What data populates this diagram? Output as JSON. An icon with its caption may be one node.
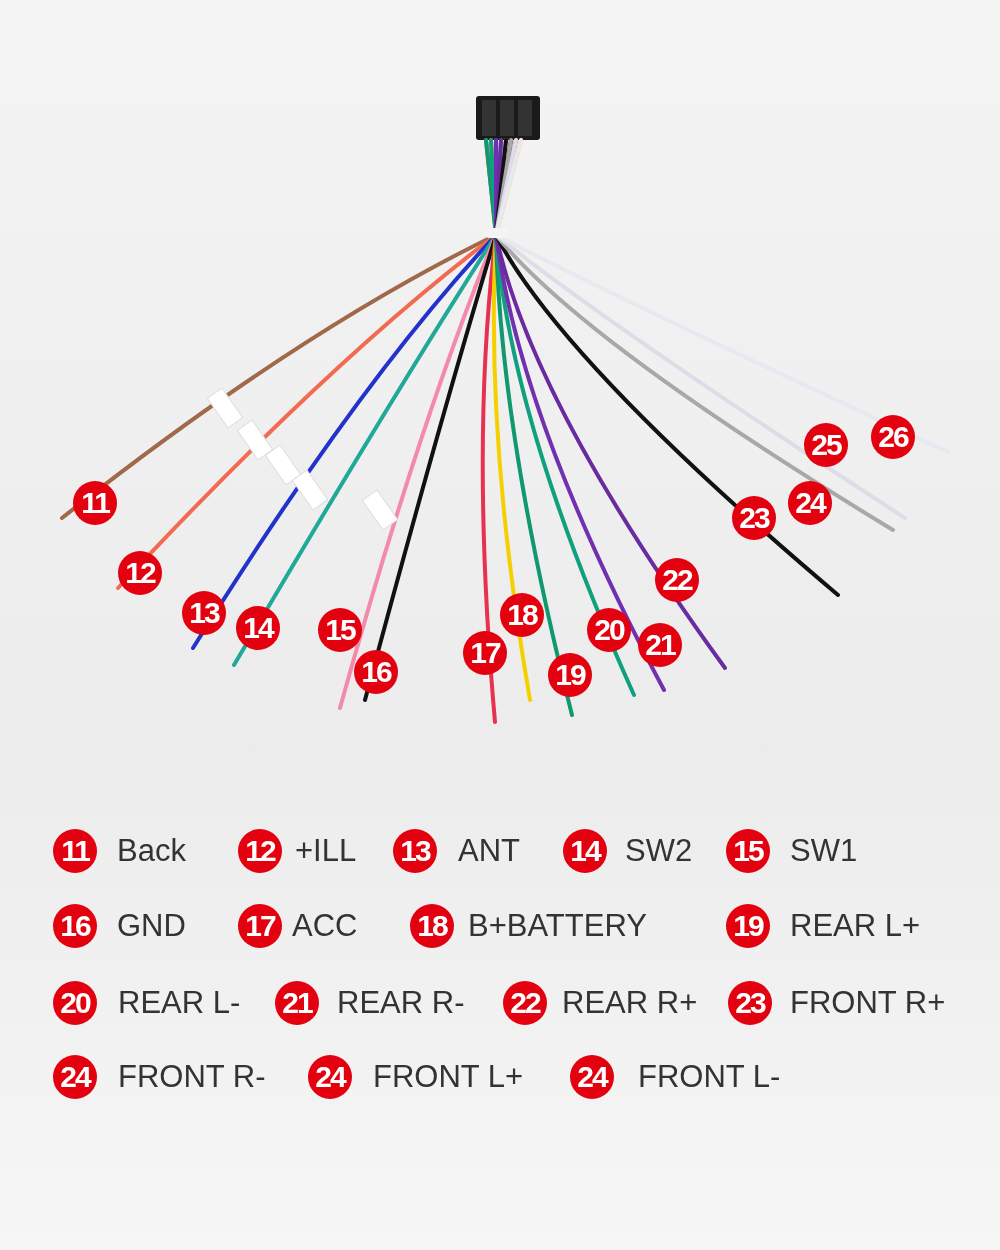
{
  "diagram": {
    "labels": [
      "11",
      "12",
      "13",
      "14",
      "15",
      "16",
      "17",
      "18",
      "19",
      "20",
      "21",
      "22",
      "23",
      "24",
      "25",
      "26",
      "11",
      "Back",
      "12",
      "+ILL",
      "13",
      "ANT",
      "14",
      "SW2",
      "15",
      "SW1",
      "16",
      "GND",
      "17",
      "ACC",
      "18",
      "B+BATTERY",
      "19",
      "REAR L+",
      "20",
      "REAR L-",
      "21",
      "REAR R-",
      "22",
      "REAR R+",
      "23",
      "FRONT R+",
      "24",
      "FRONT R-",
      "24",
      "FRONT L+",
      "24",
      "FRONT L-"
    ]
  }
}
